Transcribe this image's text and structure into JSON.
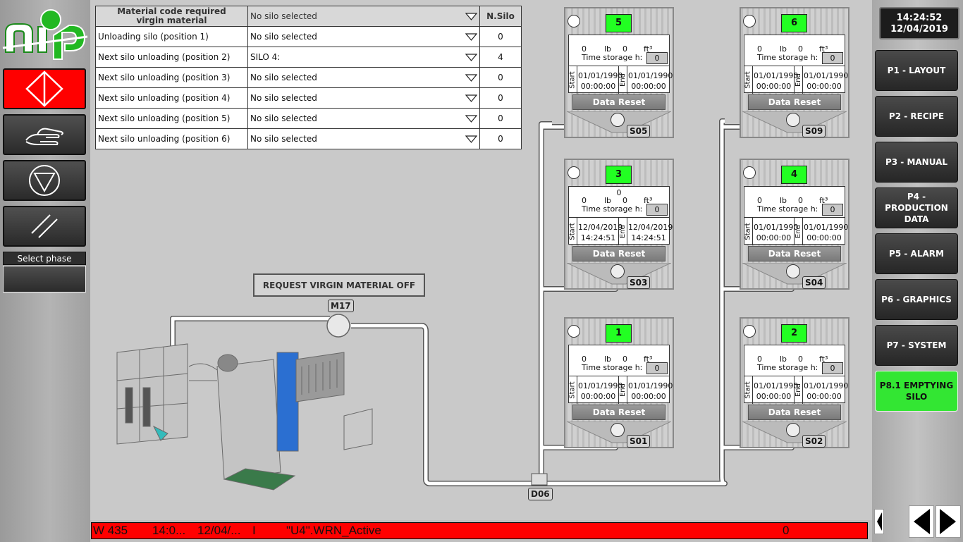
{
  "left_panel": {
    "phase_label": "Select phase"
  },
  "table": {
    "header": [
      "Material code required virgin material",
      "No silo selected",
      "N.Silo"
    ],
    "header_line1": "Material code required",
    "header_line2": "virgin material",
    "rows": [
      {
        "label": "Unloading silo (position 1)",
        "value": "No silo selected",
        "silo": "0"
      },
      {
        "label": "Next silo unloading (position 2)",
        "value": "SILO 4:",
        "silo": "4"
      },
      {
        "label": "Next silo unloading (position 3)",
        "value": "No silo selected",
        "silo": "0"
      },
      {
        "label": "Next silo unloading (position 4)",
        "value": "No silo selected",
        "silo": "0"
      },
      {
        "label": "Next silo unloading (position 5)",
        "value": "No silo selected",
        "silo": "0"
      },
      {
        "label": "Next silo unloading (position 6)",
        "value": "No silo selected",
        "silo": "0"
      }
    ]
  },
  "request_button": "REQUEST VIRGIN MATERIAL OFF",
  "tags": {
    "m17": "M17",
    "d06": "D06"
  },
  "labels": {
    "lb": "lb",
    "ft3": "ft³",
    "time_storage": "Time storage h:",
    "start": "Start",
    "end": "End",
    "reset": "Data Reset"
  },
  "silos": [
    {
      "num": "5",
      "top": "",
      "lb": "0",
      "ft": "0",
      "hours": "0",
      "start_date": "01/01/1990",
      "start_time": "00:00:00",
      "end_date": "01/01/1990",
      "end_time": "00:00:00",
      "tag": "S05"
    },
    {
      "num": "6",
      "top": "",
      "lb": "0",
      "ft": "0",
      "hours": "0",
      "start_date": "01/01/1990",
      "start_time": "00:00:00",
      "end_date": "01/01/1990",
      "end_time": "00:00:00",
      "tag": "S09"
    },
    {
      "num": "3",
      "top": "0",
      "lb": "0",
      "ft": "0",
      "hours": "0",
      "start_date": "12/04/2019",
      "start_time": "14:24:51",
      "end_date": "12/04/2019",
      "end_time": "14:24:51",
      "tag": "S03"
    },
    {
      "num": "4",
      "top": "",
      "lb": "0",
      "ft": "0",
      "hours": "0",
      "start_date": "01/01/1990",
      "start_time": "00:00:00",
      "end_date": "01/01/1990",
      "end_time": "00:00:00",
      "tag": "S04"
    },
    {
      "num": "1",
      "top": "",
      "lb": "0",
      "ft": "0",
      "hours": "0",
      "start_date": "01/01/1990",
      "start_time": "00:00:00",
      "end_date": "01/01/1990",
      "end_time": "00:00:00",
      "tag": "S01"
    },
    {
      "num": "2",
      "top": "",
      "lb": "0",
      "ft": "0",
      "hours": "0",
      "start_date": "01/01/1990",
      "start_time": "00:00:00",
      "end_date": "01/01/1990",
      "end_time": "00:00:00",
      "tag": "S02"
    }
  ],
  "clock": {
    "time": "14:24:52",
    "date": "12/04/2019"
  },
  "nav": [
    {
      "label": "P1 - LAYOUT"
    },
    {
      "label": "P2 - RECIPE"
    },
    {
      "label": "P3 - MANUAL"
    },
    {
      "label": "P4 - PRODUCTION DATA"
    },
    {
      "label": "P5 - ALARM"
    },
    {
      "label": "P6 - GRAPHICS"
    },
    {
      "label": "P7 - SYSTEM"
    },
    {
      "label": "P8.1 EMPTYING SILO"
    }
  ],
  "status": {
    "code": "W 435",
    "time": "14:0...",
    "date": "12/04/...",
    "flag": "I",
    "message": "\"U4\".WRN_Active",
    "count": "0"
  },
  "colors": {
    "alarm": "#ff0000",
    "active_nav": "#33e633",
    "silo_num": "#22ff22"
  }
}
